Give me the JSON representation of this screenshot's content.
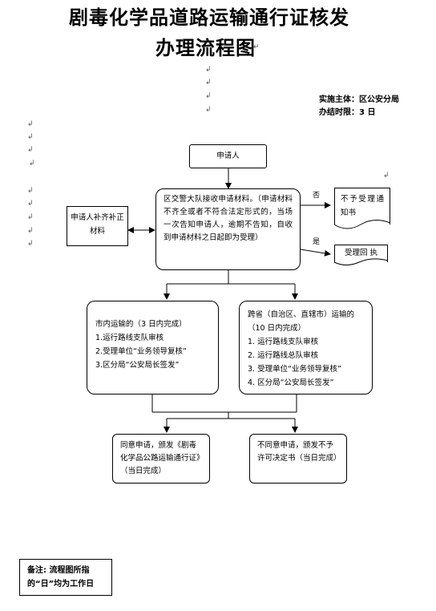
{
  "header": {
    "title_line1": "剧毒化学品道路运输通行证核发",
    "title_line2": "办理流程图",
    "implementer": "实施主体：区公安分局",
    "time_limit": "办结时限：3 日"
  },
  "flow": {
    "applicant": "申请人",
    "receive": "区交警大队接收申请材料。（申请材料不齐全或者不符合法定形式的，当场一次告知申请人，逾期不告知，自收到申请材料之日起即为受理）",
    "supplement": "申请人补齐补正材料",
    "label_no": "否",
    "label_yes": "是",
    "reject_notice": "不予受理通知书",
    "accept_receipt": "受理回 执",
    "city": {
      "title": "市内运输的（3 日内完成）",
      "steps": [
        "1.运行路线支队审核",
        "2.受理单位“业务领导复核”",
        "3.区分局“公安局长签发”"
      ]
    },
    "cross": {
      "title": "跨省（自治区、直辖市）运输的（10 日内完成）",
      "steps": [
        "1. 运行路线支队审核",
        "2. 运行路线总队审核",
        "3. 受理单位“业务领导复核”",
        "4. 区分局“公安局长签发”"
      ]
    },
    "approve": "同意申请，颁发《剧毒化学品公路运输通行证》（当日完成）",
    "deny": "不同意申请，颁发不予许可决定书（当日完成）"
  },
  "footnote": "备注: 流程图所指的“日”均为工作日"
}
